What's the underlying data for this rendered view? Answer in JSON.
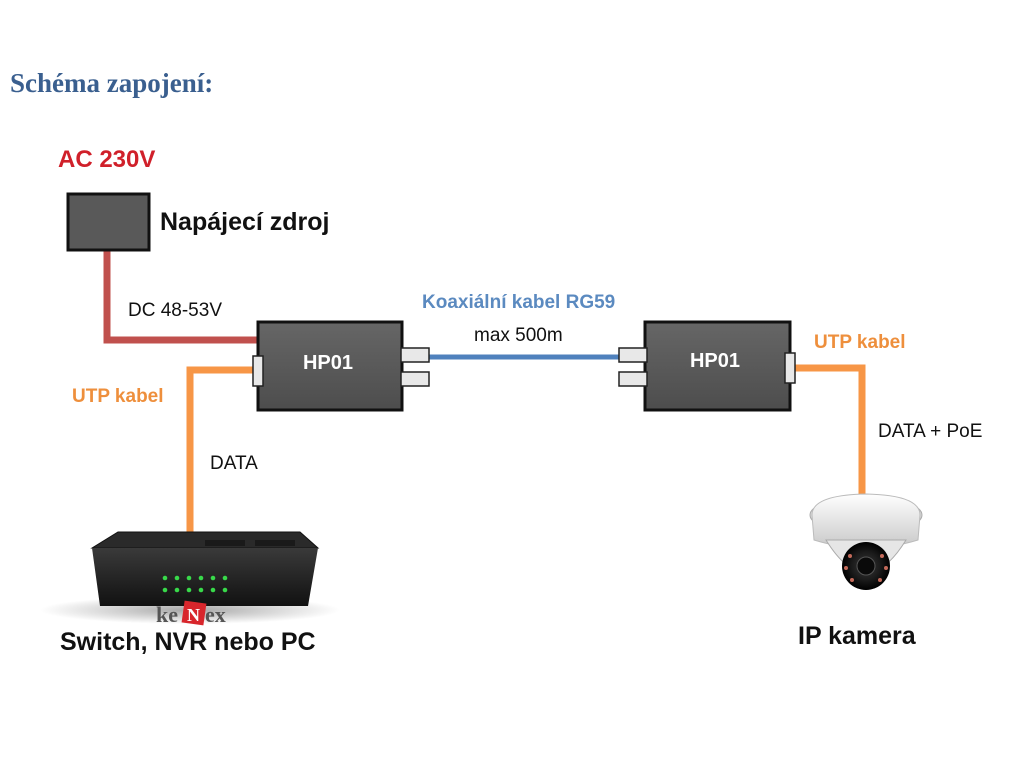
{
  "title": "Schéma zapojení:",
  "power": {
    "source_label": "AC 230V",
    "psu_label": "Napájecí zdroj",
    "dc_label": "DC 48-53V"
  },
  "coax": {
    "cable_label": "Koaxiální kabel RG59",
    "max_length": "max 500m"
  },
  "devices": {
    "left_unit": "HP01",
    "right_unit": "HP01",
    "switch_label": "Switch, NVR nebo PC",
    "camera_label": "IP kamera"
  },
  "cables": {
    "left_utp": "UTP kabel",
    "left_data": "DATA",
    "right_utp": "UTP kabel",
    "right_data": "DATA + PoE"
  },
  "colors": {
    "power_cable": "#c0504d",
    "coax_cable": "#4f81bd",
    "utp_cable": "#f79646",
    "device_fill": "#595959"
  }
}
